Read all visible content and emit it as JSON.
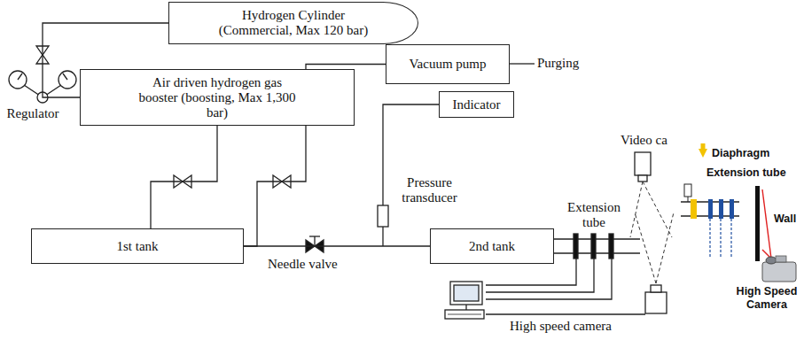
{
  "diagram": {
    "nodes": [
      {
        "text": [
          "Hydrogen Cylinder (Commercial, Max 120 bar)"
        ]
      },
      {
        "text": [
          "Air driven hydrogen gas booster (boosting, Max 1,300 bar)"
        ]
      },
      {
        "text": [
          "Vacuum pump"
        ]
      },
      {
        "text": [
          "Indicator"
        ]
      },
      {
        "text": [
          "1st tank"
        ]
      },
      {
        "text": [
          "2nd tank"
        ]
      }
    ],
    "edges": [
      {
        "from": 0,
        "to": 1,
        "arrow": "none"
      },
      {
        "from": 1,
        "to": 4,
        "arrow": "none"
      },
      {
        "from": 4,
        "to": 2,
        "arrow": "none"
      },
      {
        "from": 4,
        "to": 5,
        "arrow": "none"
      }
    ],
    "labels": [
      "Regulator",
      "Purging",
      "Needle valve",
      "Pressure transducer",
      "Video ca",
      "Extension tube",
      "High speed camera",
      "Diaphragm",
      "Extension tube",
      "Wall",
      "High Speed Camera"
    ]
  }
}
